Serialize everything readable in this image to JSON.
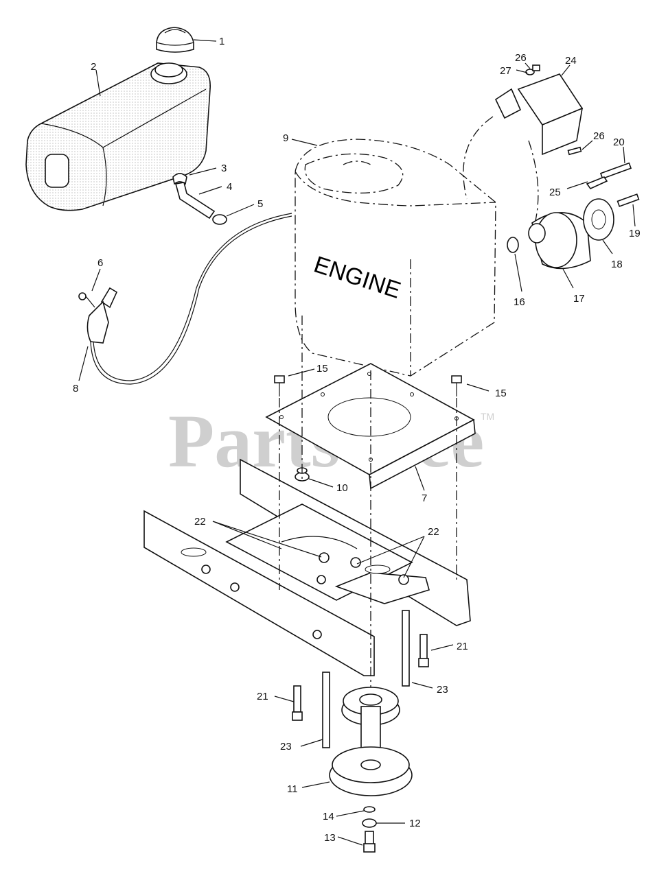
{
  "diagram": {
    "engine_label": "ENGINE",
    "watermark": "PartsTree",
    "trademark": "TM",
    "callouts": [
      {
        "id": "c1",
        "text": "1"
      },
      {
        "id": "c2",
        "text": "2"
      },
      {
        "id": "c3",
        "text": "3"
      },
      {
        "id": "c4",
        "text": "4"
      },
      {
        "id": "c5",
        "text": "5"
      },
      {
        "id": "c6",
        "text": "6"
      },
      {
        "id": "c7",
        "text": "7"
      },
      {
        "id": "c8",
        "text": "8"
      },
      {
        "id": "c9",
        "text": "9"
      },
      {
        "id": "c10",
        "text": "10"
      },
      {
        "id": "c11",
        "text": "11"
      },
      {
        "id": "c12",
        "text": "12"
      },
      {
        "id": "c13",
        "text": "13"
      },
      {
        "id": "c14",
        "text": "14"
      },
      {
        "id": "c15a",
        "text": "15"
      },
      {
        "id": "c15b",
        "text": "15"
      },
      {
        "id": "c16",
        "text": "16"
      },
      {
        "id": "c17",
        "text": "17"
      },
      {
        "id": "c18",
        "text": "18"
      },
      {
        "id": "c19",
        "text": "19"
      },
      {
        "id": "c20",
        "text": "20"
      },
      {
        "id": "c21a",
        "text": "21"
      },
      {
        "id": "c21b",
        "text": "21"
      },
      {
        "id": "c22a",
        "text": "22"
      },
      {
        "id": "c22b",
        "text": "22"
      },
      {
        "id": "c23a",
        "text": "23"
      },
      {
        "id": "c23b",
        "text": "23"
      },
      {
        "id": "c24",
        "text": "24"
      },
      {
        "id": "c25",
        "text": "25"
      },
      {
        "id": "c26a",
        "text": "26"
      },
      {
        "id": "c26b",
        "text": "26"
      },
      {
        "id": "c27",
        "text": "27"
      }
    ]
  }
}
